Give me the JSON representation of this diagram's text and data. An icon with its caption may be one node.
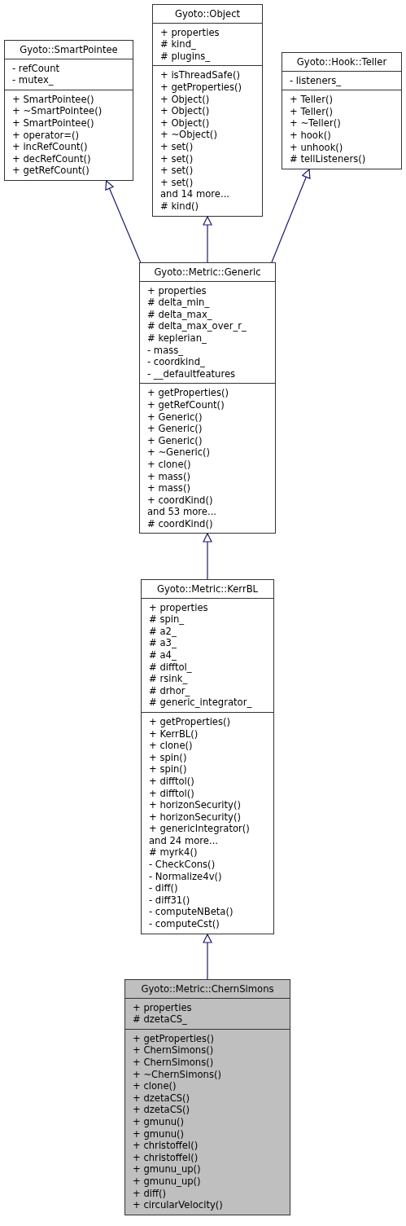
{
  "diagram": {
    "nodes": [
      {
        "text": [
          "Gyoto::SmartPointee",
          "- refCount",
          "- mutex_",
          "+ SmartPointee()",
          "+ ~SmartPointee()",
          "+ SmartPointee()",
          "+ operator=()",
          "+ incRefCount()",
          "+ decRefCount()",
          "+ getRefCount()"
        ]
      },
      {
        "text": [
          "Gyoto::Object",
          "+ properties",
          "# kind_",
          "# plugins_",
          "+ isThreadSafe()",
          "+ getProperties()",
          "+ Object()",
          "+ Object()",
          "+ Object()",
          "+ ~Object()",
          "+ set()",
          "+ set()",
          "+ set()",
          "+ set()",
          "and 14 more...",
          "# kind()"
        ]
      },
      {
        "text": [
          "Gyoto::Hook::Teller",
          "- listeners_",
          "+ Teller()",
          "+ Teller()",
          "+ ~Teller()",
          "+ hook()",
          "+ unhook()",
          "# tellListeners()"
        ]
      },
      {
        "text": [
          "Gyoto::Metric::Generic",
          "+ properties",
          "# delta_min_",
          "# delta_max_",
          "# delta_max_over_r_",
          "# keplerian_",
          "- mass_",
          "- coordkind_",
          "- __defaultfeatures",
          "+ getProperties()",
          "+ getRefCount()",
          "+ Generic()",
          "+ Generic()",
          "+ Generic()",
          "+ ~Generic()",
          "+ clone()",
          "+ mass()",
          "+ mass()",
          "+ coordKind()",
          "and 53 more...",
          "# coordKind()"
        ]
      },
      {
        "text": [
          "Gyoto::Metric::KerrBL",
          "+ properties",
          "# spin_",
          "# a2_",
          "# a3_",
          "# a4_",
          "# difftol_",
          "# rsink_",
          "# drhor_",
          "# generic_integrator_",
          "+ getProperties()",
          "+ KerrBL()",
          "+ clone()",
          "+ spin()",
          "+ spin()",
          "+ difftol()",
          "+ difftol()",
          "+ horizonSecurity()",
          "+ horizonSecurity()",
          "+ genericIntegrator()",
          "and 24 more...",
          "# myrk4()",
          "- CheckCons()",
          "- Normalize4v()",
          "- diff()",
          "- diff31()",
          "- computeNBeta()",
          "- computeCst()"
        ]
      },
      {
        "text": [
          "Gyoto::Metric::ChernSimons",
          "+ properties",
          "# dzetaCS_",
          "+ getProperties()",
          "+ ChernSimons()",
          "+ ChernSimons()",
          "+ ~ChernSimons()",
          "+ clone()",
          "+ dzetaCS()",
          "+ dzetaCS()",
          "+ gmunu()",
          "+ gmunu()",
          "+ christoffel()",
          "+ christoffel()",
          "+ gmunu_up()",
          "+ gmunu_up()",
          "+ diff()",
          "+ circularVelocity()"
        ]
      }
    ],
    "edges": [
      {
        "from": 3,
        "to": 0,
        "arrow": "to"
      },
      {
        "from": 3,
        "to": 1,
        "arrow": "to"
      },
      {
        "from": 3,
        "to": 2,
        "arrow": "to"
      },
      {
        "from": 4,
        "to": 3,
        "arrow": "to"
      },
      {
        "from": 5,
        "to": 4,
        "arrow": "to"
      }
    ]
  }
}
